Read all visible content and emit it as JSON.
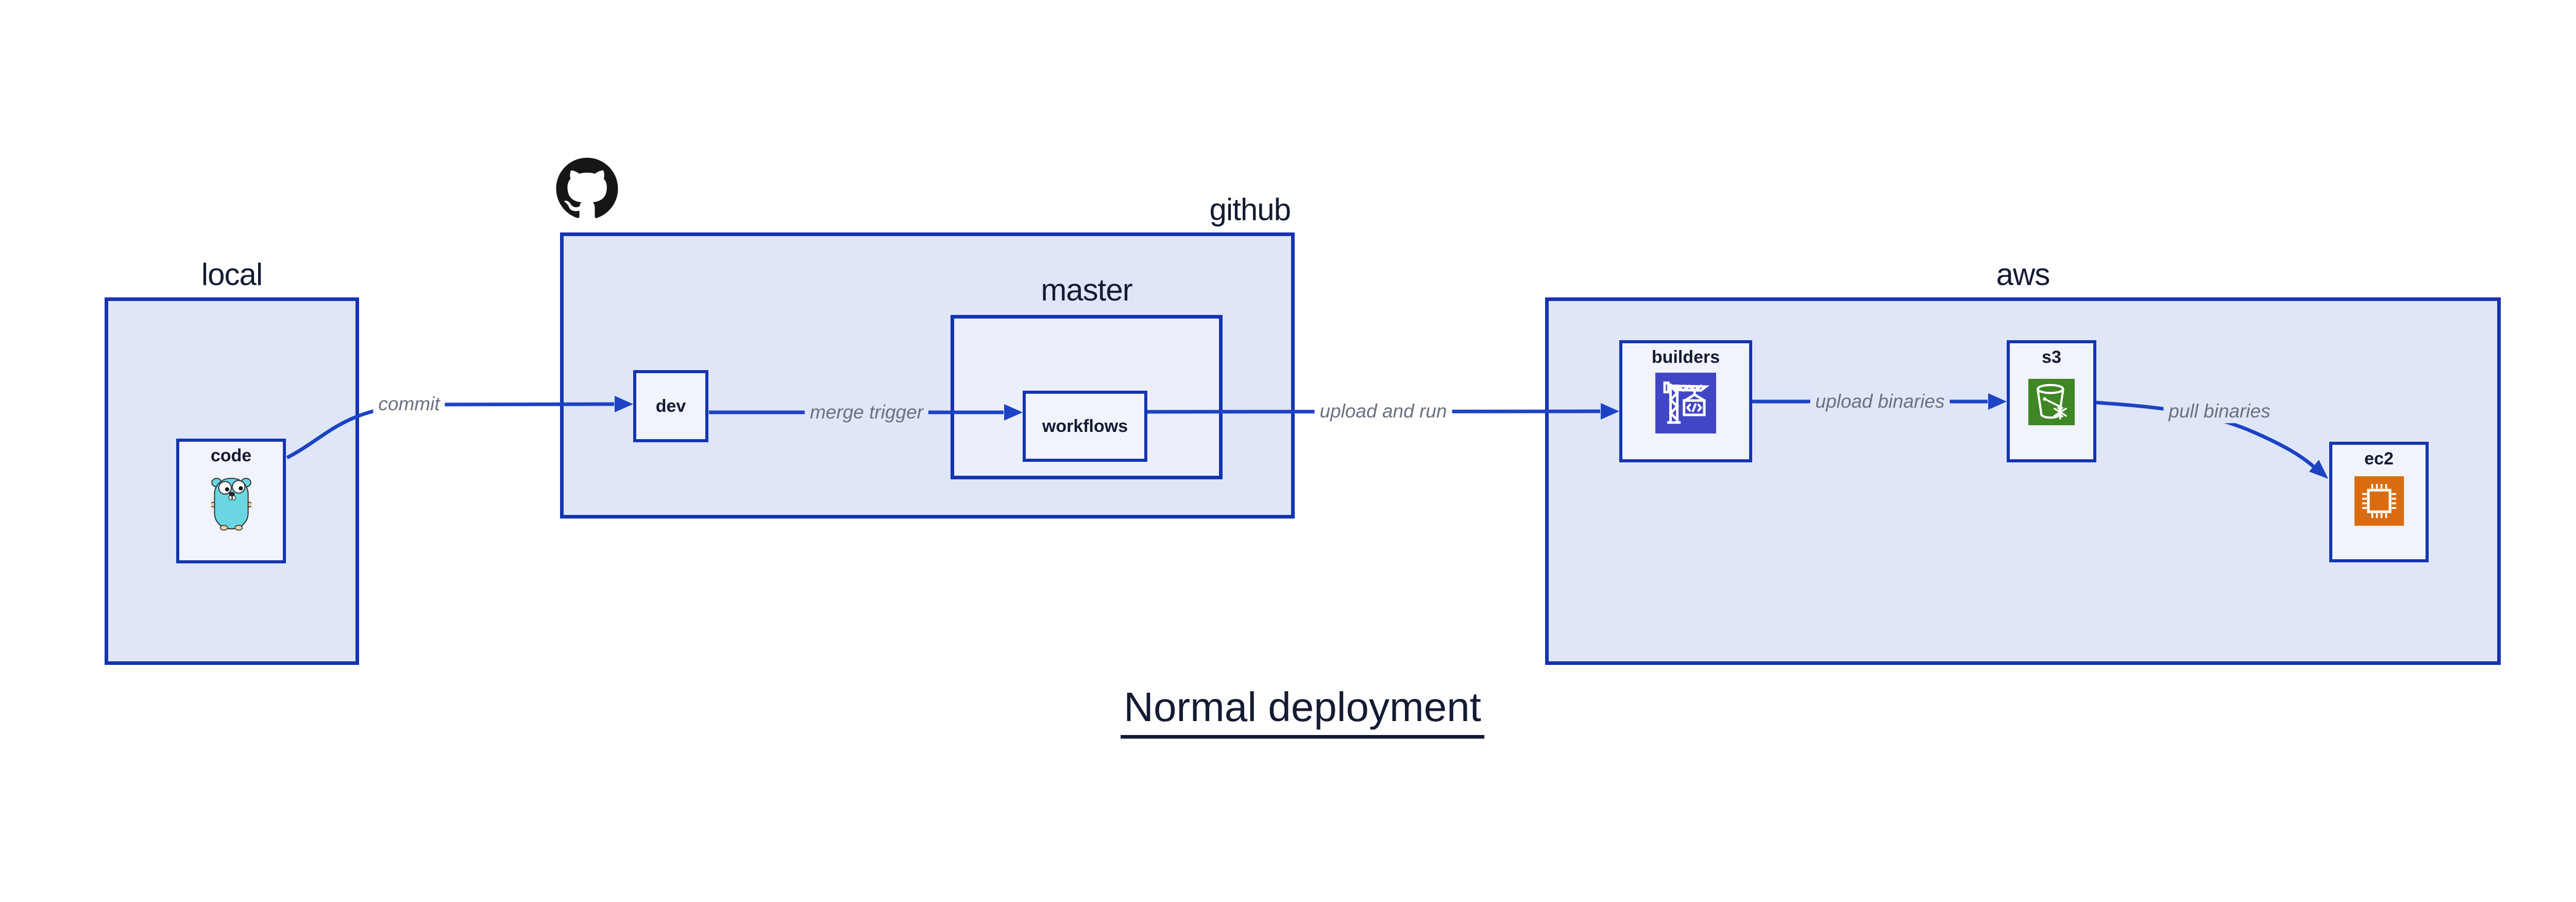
{
  "diagram": {
    "title": "Normal deployment",
    "groups": {
      "local": {
        "label": "local"
      },
      "github": {
        "label": "github",
        "logo": "github-octocat"
      },
      "master": {
        "label": "master"
      },
      "aws": {
        "label": "aws"
      }
    },
    "nodes": {
      "code": {
        "label": "code",
        "icon": "go-gopher"
      },
      "dev": {
        "label": "dev"
      },
      "workflows": {
        "label": "workflows"
      },
      "builders": {
        "label": "builders",
        "icon": "aws-codebuild-crane"
      },
      "s3": {
        "label": "s3",
        "icon": "aws-s3-glacier-bucket"
      },
      "ec2": {
        "label": "ec2",
        "icon": "aws-ec2-chip"
      }
    },
    "edges": {
      "commit": {
        "from": "code",
        "to": "dev",
        "label": "commit"
      },
      "merge_trigger": {
        "from": "dev",
        "to": "workflows",
        "label": "merge trigger"
      },
      "upload_and_run": {
        "from": "workflows",
        "to": "builders",
        "label": "upload and run"
      },
      "upload_binaries": {
        "from": "builders",
        "to": "s3",
        "label": "upload binaries"
      },
      "pull_binaries": {
        "from": "s3",
        "to": "ec2",
        "label": "pull binaries"
      }
    },
    "colors": {
      "canvas-bg": "#ffffff",
      "group-fill": "#dfe6f8",
      "master-fill": "#eaeffa",
      "node-fill": "#f1f4fc",
      "border-blue": "#1434b0",
      "edge-blue": "#1c43c4",
      "text-navy": "#141b33",
      "edge-label-gray": "#6a7080",
      "codebuild-indigo": "#4146c6",
      "s3-green": "#3f8624",
      "ec2-orange": "#d96c10",
      "octocat-black": "#171515",
      "gopher-teal": "#6bd6e2"
    }
  }
}
